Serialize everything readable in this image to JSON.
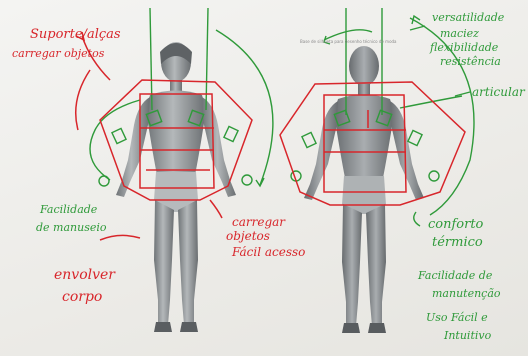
{
  "colors": {
    "red_ink": "#d8262b",
    "green_ink": "#2f9a3a",
    "figure": "#8d9295",
    "paper": "#f1f0ec"
  },
  "red_labels": {
    "suporte": "Suporte/alças",
    "carregar_top": "carregar objetos",
    "carregar_mid_1": "carregar",
    "carregar_mid_2": "objetos",
    "facil_acesso": "Fácil acesso",
    "envolver_1": "envolver",
    "envolver_2": "corpo"
  },
  "green_labels": {
    "versatilidade": "versatilidade",
    "maciez": "maciez",
    "flexibilidade": "flexibilidade",
    "resistencia": "resistência",
    "articular": "articular",
    "facilidade_manuseio_1": "Facilidade",
    "facilidade_manuseio_2": "de manuseio",
    "conforto_1": "conforto",
    "conforto_2": "térmico",
    "facilidade_manutencao_1": "Facilidade de",
    "facilidade_manutencao_2": "manutenção",
    "uso_facil_1": "Uso Fácil e",
    "uso_facil_2": "Intuitivo"
  },
  "print_note": "Base de silhueta para desenho técnico de moda"
}
